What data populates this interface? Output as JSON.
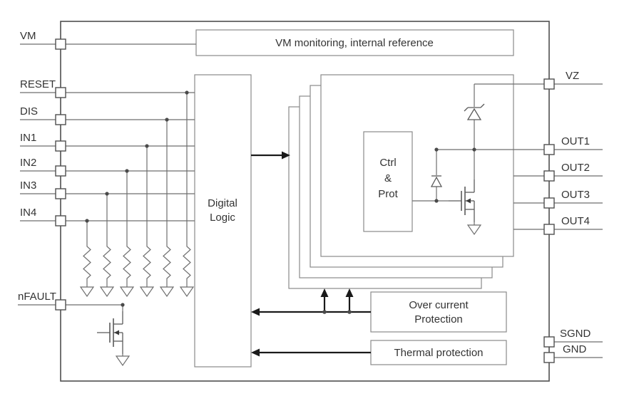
{
  "pins": {
    "left": [
      {
        "label": "VM"
      },
      {
        "label": "RESET"
      },
      {
        "label": "DIS"
      },
      {
        "label": "IN1"
      },
      {
        "label": "IN2"
      },
      {
        "label": "IN3"
      },
      {
        "label": "IN4"
      },
      {
        "label": "nFAULT"
      }
    ],
    "right": [
      {
        "label": "VZ"
      },
      {
        "label": "OUT1"
      },
      {
        "label": "OUT2"
      },
      {
        "label": "OUT3"
      },
      {
        "label": "OUT4"
      },
      {
        "label": "SGND"
      },
      {
        "label": "GND"
      }
    ]
  },
  "blocks": {
    "vm_monitoring": {
      "label": "VM monitoring, internal reference"
    },
    "digital_logic": {
      "line1": "Digital",
      "line2": "Logic"
    },
    "ctrl_prot": {
      "line1": "Ctrl",
      "line2": "&",
      "line3": "Prot"
    },
    "over_current": {
      "line1": "Over current",
      "line2": "Protection"
    },
    "thermal": {
      "label": "Thermal protection"
    }
  },
  "colors": {
    "background": "#ffffff",
    "net_line": "#6e6e6e",
    "block_border": "#8a8a8a",
    "chip_border": "#4f4f4f",
    "arrow": "#1a1a1a",
    "text": "#333333"
  }
}
